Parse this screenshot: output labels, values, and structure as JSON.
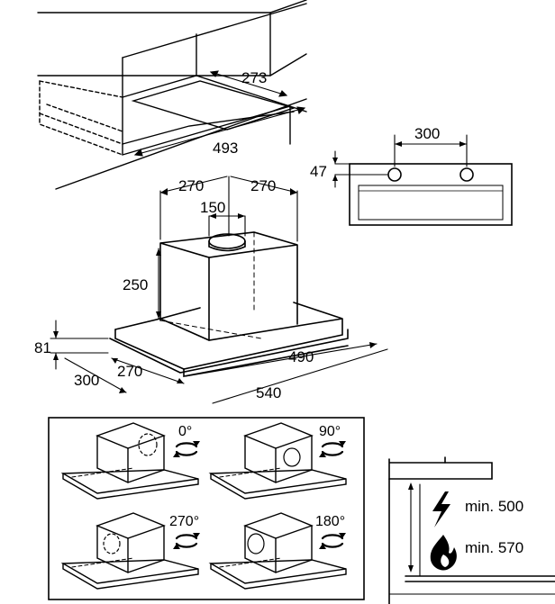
{
  "cabinet": {
    "depth": "273",
    "width": "493"
  },
  "front_view": {
    "spacing": "300",
    "height": "47"
  },
  "hood": {
    "left_offset": "270",
    "right_offset": "270",
    "outlet_diameter": "150",
    "body_height": "250",
    "panel_height": "81",
    "body_depth": "270",
    "depth": "300",
    "body_width": "490",
    "width": "540"
  },
  "orientation": {
    "angles": [
      "0°",
      "90°",
      "270°",
      "180°"
    ]
  },
  "clearance": {
    "electric": "min. 500",
    "gas": "min. 570"
  },
  "icons": [
    "rotate-icon",
    "lightning-icon",
    "flame-icon"
  ]
}
